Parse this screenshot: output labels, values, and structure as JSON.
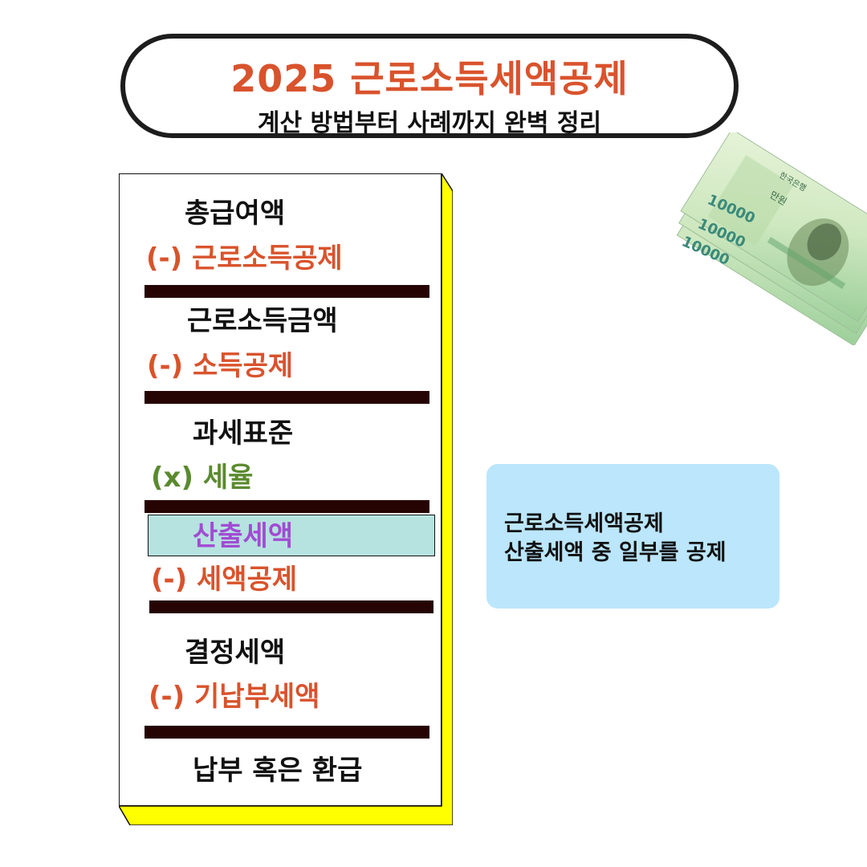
{
  "header": {
    "title": "2025 근로소득세액공제",
    "subtitle": "계산 방법부터 사례까지 완벽 정리"
  },
  "flow": {
    "gross_salary": "총급여액",
    "earned_income_deduction": "(-) 근로소득공제",
    "earned_income_amount": "근로소득금액",
    "income_deduction": "(-) 소득공제",
    "tax_base": "과세표준",
    "tax_rate": "(x) 세율",
    "calculated_tax": "산출세액",
    "tax_credit": "(-) 세액공제",
    "determined_tax": "결정세액",
    "prepaid_tax": "(-) 기납부세액",
    "result": "납부 혹은 환급"
  },
  "info": {
    "line1": "근로소득세액공제",
    "line2": "산출세액 중 일부를 공제"
  },
  "banknote": {
    "denomination": "10000",
    "bank_text": "한국은행",
    "unit_text": "만원"
  },
  "colors": {
    "title_accent": "#d9532c",
    "deduction": "#d9532c",
    "multiply": "#5a8a2f",
    "calculated": "#a24bd4",
    "bar": "#260404",
    "card_shadow": "#ffff00",
    "calc_box": "#b6e3e0",
    "info_box": "#bbe6fb"
  }
}
